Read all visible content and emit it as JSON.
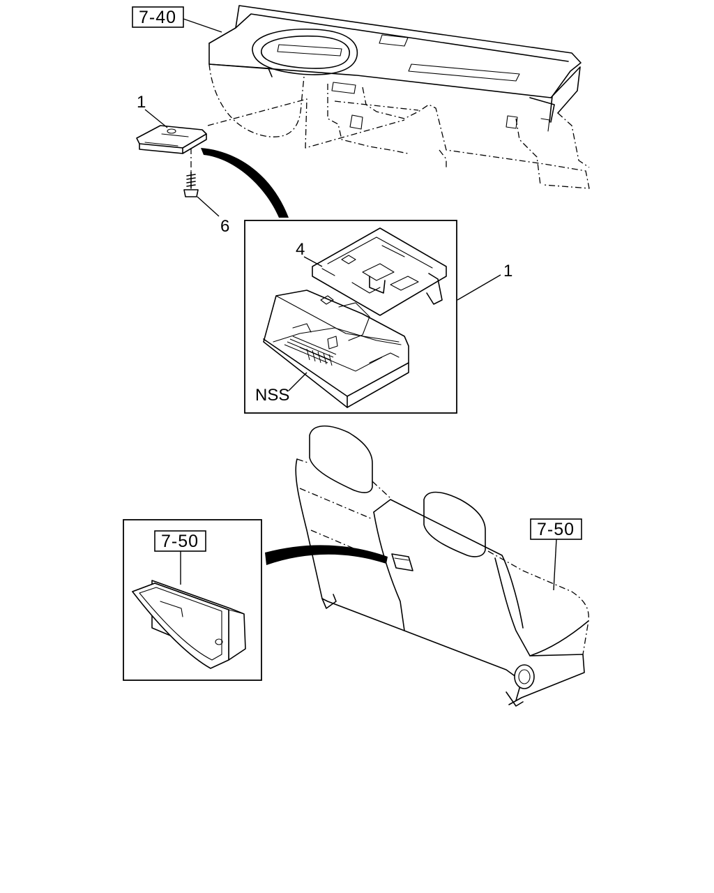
{
  "references": {
    "dashboard": "7-40",
    "inset_rear": "7-50",
    "rear_seat": "7-50"
  },
  "callouts": {
    "part_1_top": "1",
    "part_6": "6",
    "part_4": "4",
    "part_1_detail": "1",
    "nss": "NSS"
  },
  "colors": {
    "line": "#000000",
    "background": "#ffffff"
  }
}
